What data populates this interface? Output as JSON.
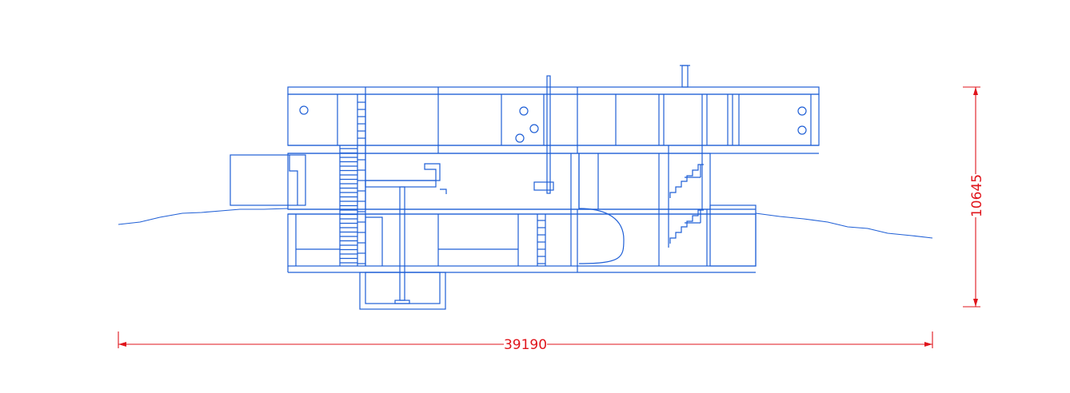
{
  "drawing": {
    "type": "architectural section",
    "line_color": "#1f5fd6",
    "dimension_color": "#e0141b",
    "background": "#ffffff"
  },
  "dimensions": {
    "horizontal": "39190",
    "vertical": "10645"
  }
}
